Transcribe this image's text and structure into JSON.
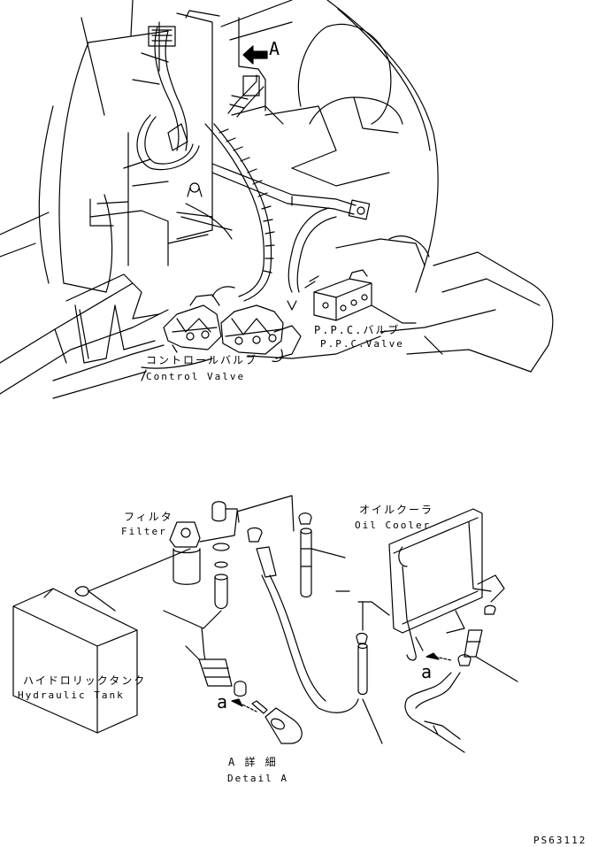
{
  "labels": {
    "view_marker": "A",
    "ppc_valve_jp": "P.P.C.バルブ",
    "ppc_valve_en": "P.P.C.Valve",
    "control_valve_jp": "コントロールバルブ",
    "control_valve_en": "Control Valve",
    "filter_jp": "フィルタ",
    "filter_en": "Filter",
    "oil_cooler_jp": "オイルクーラ",
    "oil_cooler_en": "Oil Cooler",
    "hydraulic_tank_jp": "ハイドロリックタンク",
    "hydraulic_tank_en": "Hydraulic Tank",
    "arrow_a_left": "a",
    "arrow_a_right": "a",
    "detail_jp": "A 詳 細",
    "detail_en": "Detail A",
    "drawing_number": "PS63112"
  },
  "colors": {
    "line": "#000000",
    "background": "#ffffff"
  }
}
